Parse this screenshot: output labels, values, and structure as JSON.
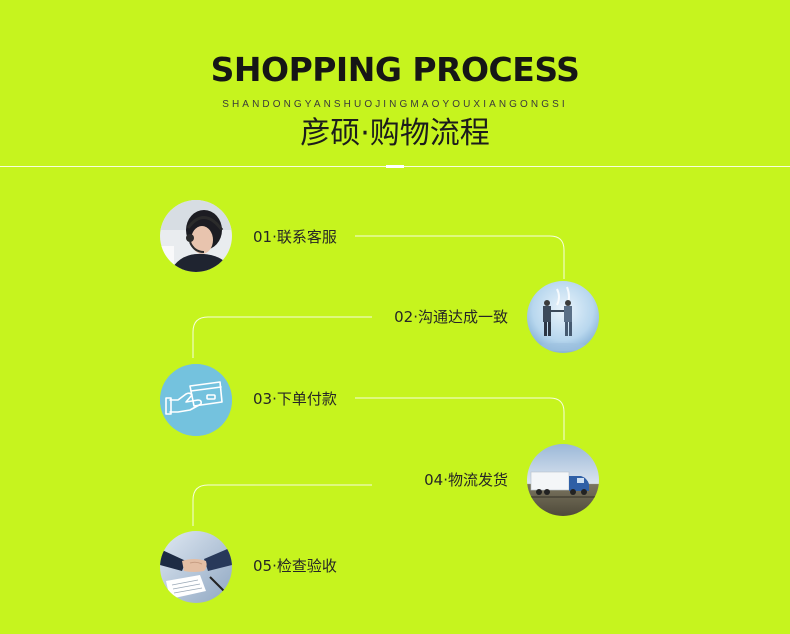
{
  "header": {
    "title": "SHOPPING PROCESS",
    "subtitle": "SHANDONGYANSHUOJINGMAOYOUXIANGONGSI",
    "cn_title": "彦硕·购物流程"
  },
  "steps": [
    {
      "label": "01·联系客服",
      "icon": "customer-service-headset-photo"
    },
    {
      "label": "02·沟通达成一致",
      "icon": "business-handshake-photo"
    },
    {
      "label": "03·下单付款",
      "icon": "card-payment-icon"
    },
    {
      "label": "04·物流发货",
      "icon": "delivery-truck-photo"
    },
    {
      "label": "05·检查验收",
      "icon": "contract-handshake-photo"
    }
  ],
  "colors": {
    "background": "#c6f41e",
    "line": "#ffffff",
    "text": "#262626",
    "payment_circle": "#74c2de"
  }
}
